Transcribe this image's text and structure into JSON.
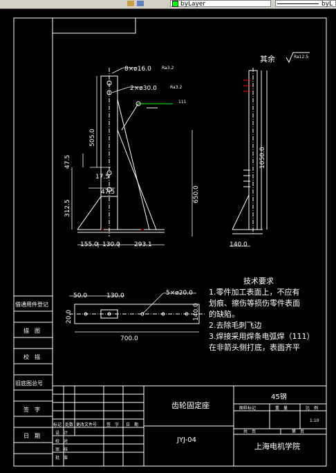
{
  "toolbar": {
    "layer_name": "byLayer",
    "linetype_name": "byL"
  },
  "drawing": {
    "roughness_note": "其余",
    "roughness_symbol_value": "Ra12.5",
    "dims_front": {
      "hole_small": "8×ø16.0",
      "hole_small_ra": "Ra3.2",
      "hole_large": "2×ø30.0",
      "hole_large_ra": "Ra3.2",
      "weld_symbol": "111",
      "d505": "505.0",
      "d47_5": "47.5",
      "d17_5": "17.5",
      "d47_5b": "47.5",
      "d312_5": "312.5",
      "d650": "650.0",
      "d155": "155.0",
      "d130": "130.0",
      "d293": "293.1"
    },
    "dims_side": {
      "d1050": "1050.0",
      "d140": "140.0"
    },
    "dims_bottom": {
      "d50": "50.0",
      "d130": "130.0",
      "holes": "5×ø20.0",
      "d20": "20.0",
      "d140": "140.0",
      "d700": "700.0"
    },
    "tech": {
      "title": "技术要求",
      "line1": "1.零件加工表面上，不应有",
      "line2": "划痕、擦伤等损伤零件表面",
      "line3": "的缺陷。",
      "line4": "2.去除毛刺飞边",
      "line5": "3.焊接采用焊条电弧焊（111）",
      "line6": "在非箭头侧打底，表面齐平"
    }
  },
  "side_table": {
    "row1": "借通用件登记",
    "row2": "描　图",
    "row3": "校　描",
    "row4": "旧底图总号",
    "row5": "签　字",
    "row6": "日　期"
  },
  "title_block": {
    "part_name": "齿轮固定座",
    "material": "45钢",
    "drawing_no": "JYJ-04",
    "school": "上海电机学院",
    "h_graphic": "图样标记",
    "h_weight": "重　量",
    "h_scale": "比　例",
    "scale_value": "1:10",
    "sheet_total": "共　页",
    "sheet_no": "第　页",
    "rev_mark": "标记",
    "rev_count": "处数",
    "rev_doc": "更改文件号",
    "rev_sign": "签　字",
    "rev_date": "日　期",
    "design": "设　计",
    "check": "校　对",
    "review": "审　核",
    "approve": "批　准"
  },
  "colors": {
    "frame": "#ffffff",
    "cut": "#ff0000",
    "dim": "#ffffff",
    "part": "#ffffff",
    "green": "#00ff00"
  }
}
